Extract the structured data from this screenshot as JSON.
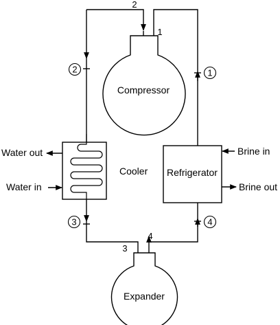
{
  "components": {
    "compressor": "Compressor",
    "cooler": "Cooler",
    "refrigerator": "Refrigerator",
    "expander": "Expander"
  },
  "streams": {
    "water_out": "Water out",
    "water_in": "Water in",
    "brine_in": "Brine in",
    "brine_out": "Brine out"
  },
  "state_points": {
    "p1": "1",
    "p2": "2",
    "p3": "3",
    "p4": "4"
  },
  "circled_points": {
    "c1": "1",
    "c2": "2",
    "c3": "3",
    "c4": "4"
  },
  "colors": {
    "line": "#000000",
    "background": "#ffffff"
  }
}
